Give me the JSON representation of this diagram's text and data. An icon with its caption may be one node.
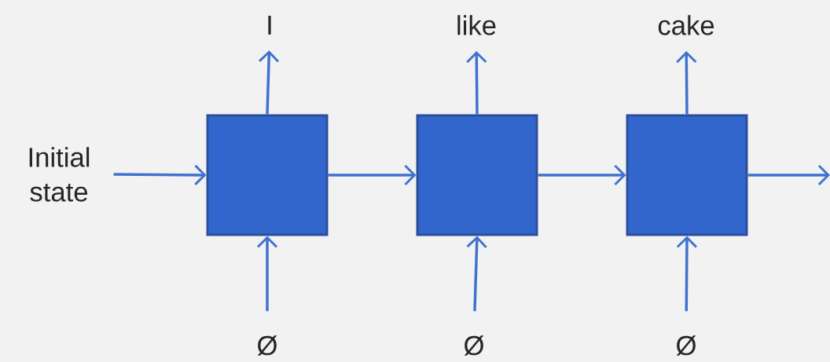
{
  "diagram": {
    "nodes": [
      {
        "text": [
          "Initial state"
        ]
      },
      {
        "text": [],
        "shape": "box"
      },
      {
        "text": [],
        "shape": "box"
      },
      {
        "text": [],
        "shape": "box"
      },
      {
        "text": [
          "I"
        ]
      },
      {
        "text": [
          "like"
        ]
      },
      {
        "text": [
          "cake"
        ]
      },
      {
        "text": [
          "Ø"
        ]
      },
      {
        "text": [
          "Ø"
        ]
      },
      {
        "text": [
          "Ø"
        ]
      }
    ],
    "edges": [
      {
        "from": 0,
        "to": 1,
        "arrow": "to"
      },
      {
        "from": 1,
        "to": 2,
        "arrow": "to"
      },
      {
        "from": 2,
        "to": 3,
        "arrow": "to"
      },
      {
        "from": 3,
        "to": null,
        "arrow": "to"
      },
      {
        "from": 1,
        "to": 4,
        "arrow": "to"
      },
      {
        "from": 2,
        "to": 5,
        "arrow": "to"
      },
      {
        "from": 3,
        "to": 6,
        "arrow": "to"
      },
      {
        "from": 7,
        "to": 1,
        "arrow": "to"
      },
      {
        "from": 8,
        "to": 2,
        "arrow": "to"
      },
      {
        "from": 9,
        "to": 3,
        "arrow": "to"
      }
    ]
  }
}
